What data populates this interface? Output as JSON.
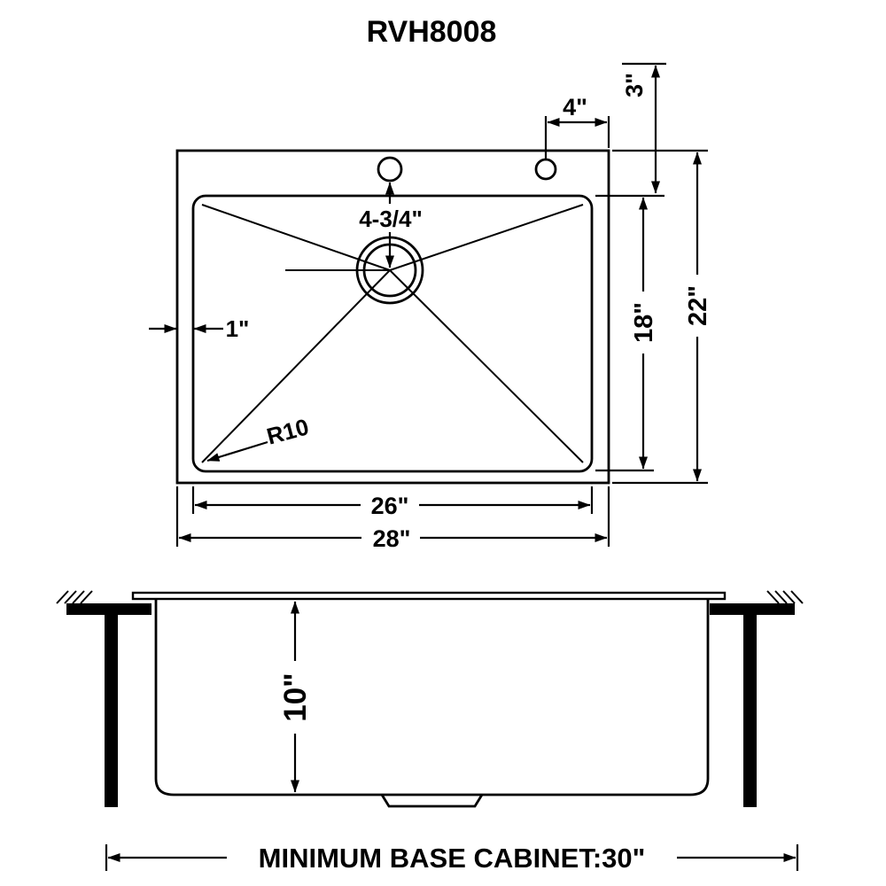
{
  "title": "RVH8008",
  "top_view": {
    "hole_to_edge": "4\"",
    "hole_rear_offset": "3\"",
    "drain_to_hole": "4-3/4\"",
    "rim_width": "1\"",
    "corner_radius": "R10",
    "bowl_depth": "18\"",
    "overall_depth": "22\"",
    "bowl_width": "26\"",
    "overall_width": "28\""
  },
  "side_view": {
    "bowl_height": "10\""
  },
  "footer": {
    "min_base_cabinet": "MINIMUM BASE CABINET:30\""
  }
}
